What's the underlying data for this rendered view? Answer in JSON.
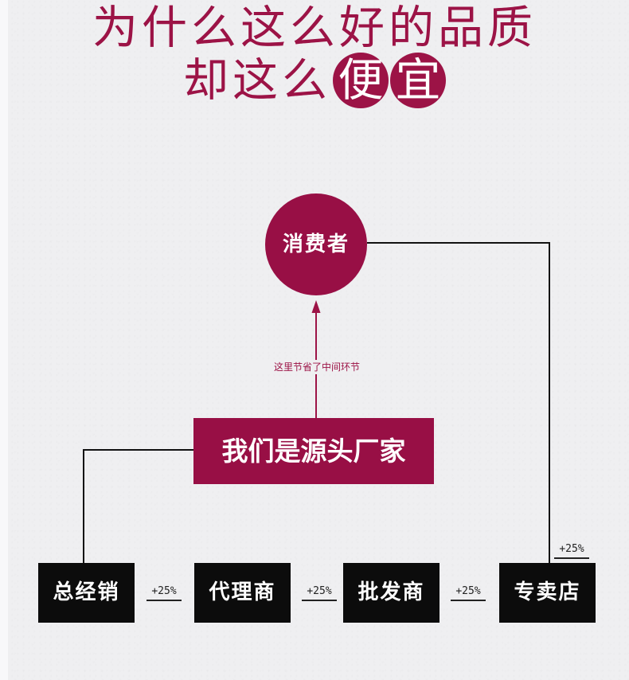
{
  "title": {
    "line1": "为什么这么好的品质",
    "line2_prefix": "却这么",
    "highlight_1": "便",
    "highlight_2": "宜"
  },
  "diagram": {
    "consumer": "消费者",
    "saved_note": "这里节省了中间环节",
    "factory": "我们是源头厂家",
    "chain": [
      {
        "label": "总经销"
      },
      {
        "label": "代理商"
      },
      {
        "label": "批发商"
      },
      {
        "label": "专卖店"
      }
    ],
    "markups": [
      "+25%",
      "+25%",
      "+25%",
      "+25%"
    ]
  },
  "colors": {
    "brand": "#980f45",
    "title": "#9c1346",
    "node_bg": "#0c0c0c",
    "line": "#111111",
    "background": "#efeff1"
  }
}
